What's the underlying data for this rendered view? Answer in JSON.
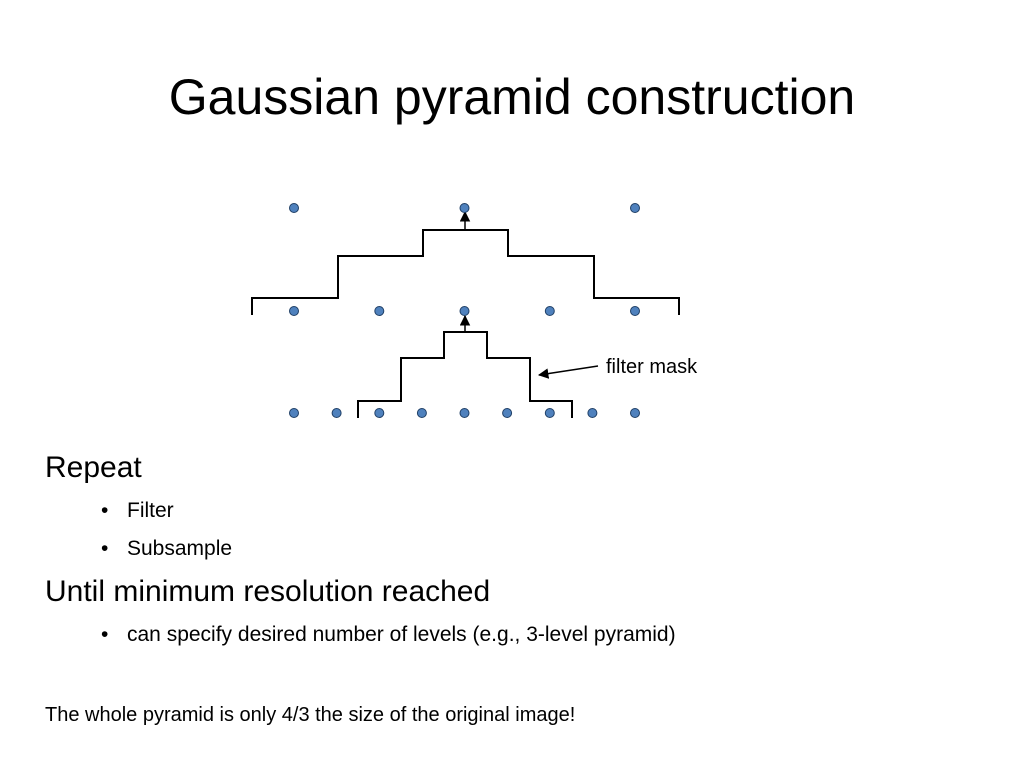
{
  "slide": {
    "title": "Gaussian pyramid construction"
  },
  "diagram": {
    "annotation_label": "filter mask",
    "colors": {
      "dot_fill": "#4f81bd",
      "dot_stroke": "#1f3f66",
      "line": "#000000"
    },
    "rows": [
      {
        "name": "top-level",
        "dot_count": 3
      },
      {
        "name": "middle-level",
        "dot_count": 5
      },
      {
        "name": "bottom-level",
        "dot_count": 9
      }
    ]
  },
  "content": {
    "repeat_heading": "Repeat",
    "repeat_bullets": [
      {
        "bullet": "•",
        "text": "Filter"
      },
      {
        "bullet": "•",
        "text": "Subsample"
      }
    ],
    "until_heading": "Until minimum resolution reached",
    "until_bullets": [
      {
        "bullet": "•",
        "text": "can specify desired number of levels (e.g., 3-level pyramid)"
      }
    ],
    "footnote": "The whole pyramid is only 4/3 the size of the original image!"
  }
}
